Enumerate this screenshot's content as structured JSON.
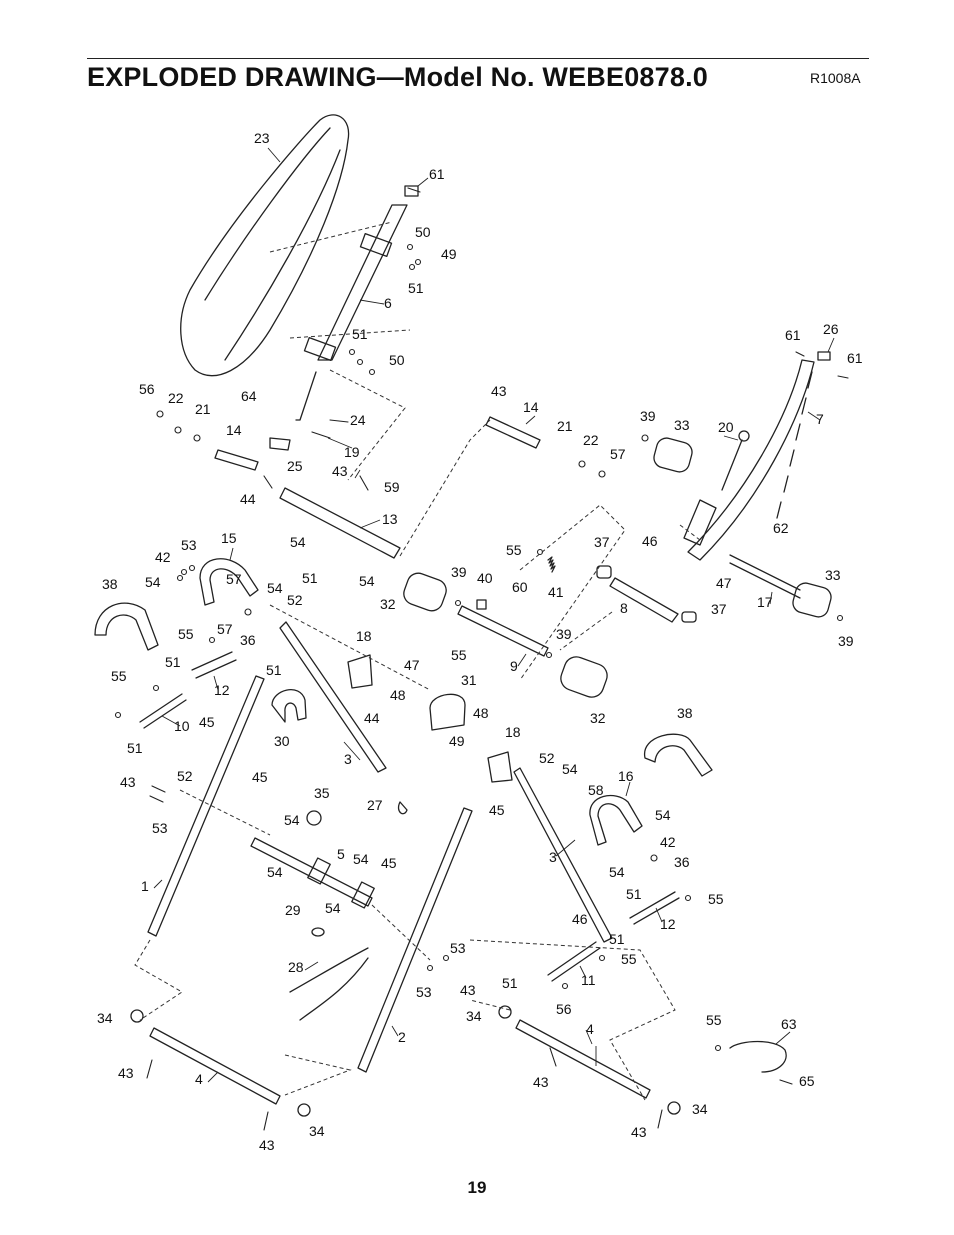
{
  "header": {
    "title": "EXPLODED DRAWING—Model No. WEBE0878.0",
    "drawing_id": "R1008A"
  },
  "page_number": "19",
  "part_labels": [
    "1",
    "2",
    "3",
    "3",
    "4",
    "4",
    "5",
    "6",
    "7",
    "8",
    "9",
    "10",
    "11",
    "12",
    "12",
    "13",
    "14",
    "14",
    "15",
    "16",
    "17",
    "18",
    "18",
    "19",
    "20",
    "21",
    "21",
    "22",
    "22",
    "23",
    "24",
    "25",
    "26",
    "27",
    "28",
    "29",
    "30",
    "31",
    "32",
    "32",
    "33",
    "33",
    "34",
    "34",
    "34",
    "34",
    "35",
    "36",
    "36",
    "37",
    "37",
    "38",
    "38",
    "39",
    "39",
    "39",
    "39",
    "40",
    "41",
    "42",
    "42",
    "43",
    "43",
    "43",
    "43",
    "43",
    "43",
    "43",
    "43",
    "44",
    "44",
    "45",
    "45",
    "45",
    "45",
    "46",
    "46",
    "47",
    "47",
    "48",
    "48",
    "49",
    "49",
    "50",
    "50",
    "51",
    "51",
    "51",
    "51",
    "51",
    "51",
    "51",
    "51",
    "51",
    "52",
    "52",
    "52",
    "53",
    "53",
    "53",
    "53",
    "54",
    "54",
    "54",
    "54",
    "54",
    "54",
    "54",
    "54",
    "54",
    "54",
    "54",
    "55",
    "55",
    "55",
    "55",
    "55",
    "55",
    "55",
    "56",
    "56",
    "57",
    "57",
    "57",
    "58",
    "59",
    "60",
    "61",
    "61",
    "61",
    "62",
    "63",
    "64",
    "65"
  ]
}
